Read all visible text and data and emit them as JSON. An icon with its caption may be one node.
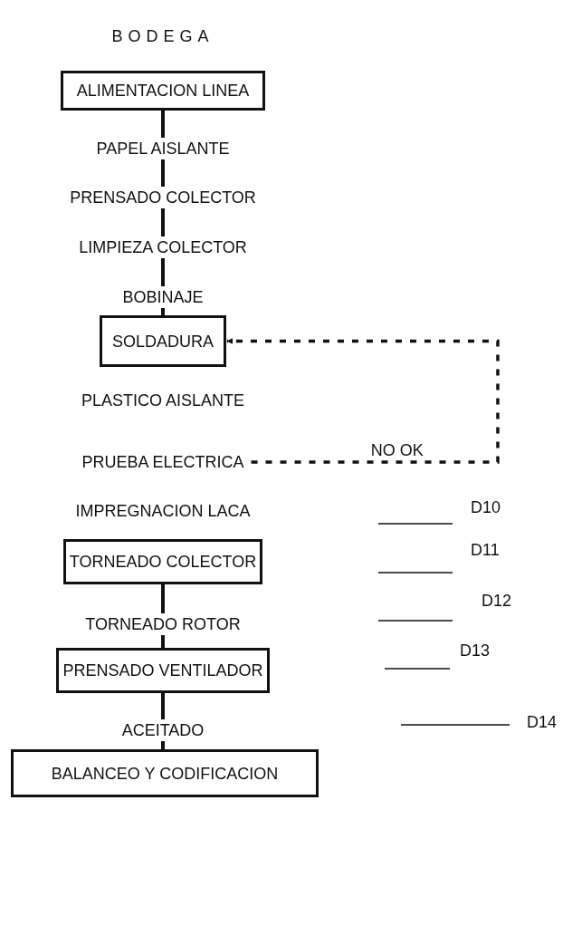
{
  "diagram": {
    "nodes": [
      {
        "text": [
          "ALIMENTACION LINEA"
        ]
      },
      {
        "text": [
          "PAPEL AISLANTE"
        ]
      },
      {
        "text": [
          "PRENSADO COLECTOR"
        ]
      },
      {
        "text": [
          "LIMPIEZA COLECTOR"
        ]
      },
      {
        "text": [
          "BOBINAJE"
        ]
      },
      {
        "text": [
          "SOLDADURA"
        ]
      },
      {
        "text": [
          "PRUEBA ELECTRICA"
        ]
      },
      {
        "text": [
          "TORNEADO COLECTOR"
        ]
      },
      {
        "text": [
          "TORNEADO ROTOR"
        ]
      },
      {
        "text": [
          "PRENSADO VENTILADOR"
        ]
      },
      {
        "text": [
          "ACEITADO"
        ]
      },
      {
        "text": [
          "BALANCEO Y CODIFICACION"
        ]
      }
    ],
    "edges": [
      {
        "from": 0,
        "to": 1,
        "arrow": "none"
      },
      {
        "from": 1,
        "to": 2,
        "arrow": "none"
      },
      {
        "from": 2,
        "to": 3,
        "arrow": "none"
      },
      {
        "from": 3,
        "to": 4,
        "arrow": "none"
      },
      {
        "from": 4,
        "to": 5,
        "arrow": "none"
      },
      {
        "from": 6,
        "to": 5,
        "arrow": "to",
        "label": "NO OK",
        "style": "dashed"
      },
      {
        "from": 7,
        "to": 8,
        "arrow": "none"
      },
      {
        "from": 8,
        "to": 9,
        "arrow": "none"
      },
      {
        "from": 9,
        "to": 10,
        "arrow": "none"
      },
      {
        "from": 10,
        "to": 11,
        "arrow": "none"
      }
    ],
    "labels": [
      "BODEGA",
      "PLASTICO AISLANTE",
      "IMPREGNACION LACA",
      "D10",
      "D11",
      "D12",
      "D13",
      "D14"
    ]
  }
}
